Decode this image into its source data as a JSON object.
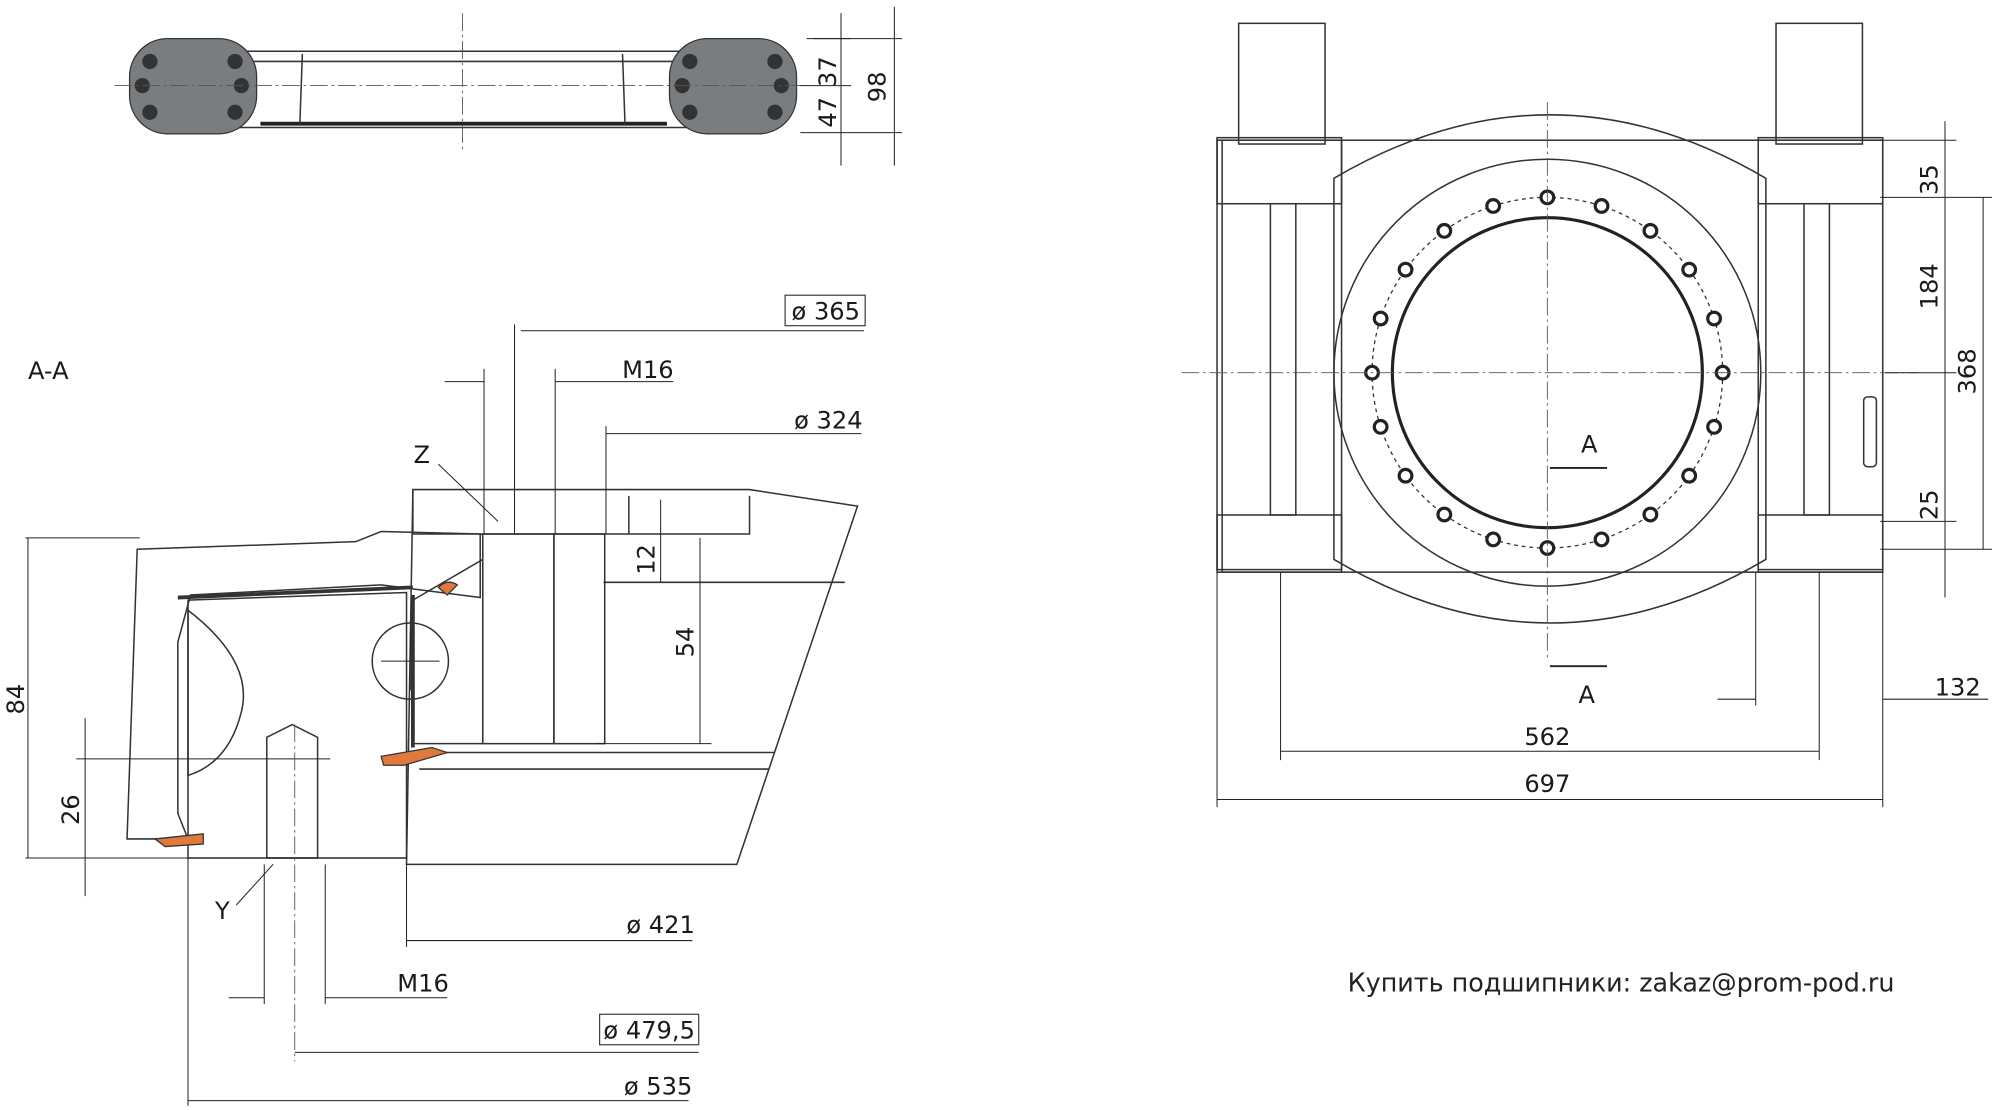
{
  "section_label": "A-A",
  "top_view": {
    "dims": [
      "37",
      "47",
      "98"
    ]
  },
  "section": {
    "dia_365": "ø 365",
    "thread_top": "M16",
    "dia_324": "ø 324",
    "detail_z": "Z",
    "h12": "12",
    "h54": "54",
    "h84": "84",
    "h26": "26",
    "detail_y": "Y",
    "dia_421": "ø 421",
    "thread_bottom": "M16",
    "dia_4795": "ø 479,5",
    "dia_535": "ø 535"
  },
  "front_view": {
    "h35": "35",
    "h184": "184",
    "h368": "368",
    "h25": "25",
    "section_mark_top": "A",
    "section_mark_bottom": "A",
    "w132": "132",
    "w562": "562",
    "w697": "697"
  },
  "footer_note": "Купить подшипники: zakaz@prom-pod.ru",
  "colors": {
    "hatch_blue": "#c9d3ea",
    "seal_orange": "#e07a3c",
    "metal_gray": "#d9dbdd",
    "dark_gray": "#6f7275"
  }
}
